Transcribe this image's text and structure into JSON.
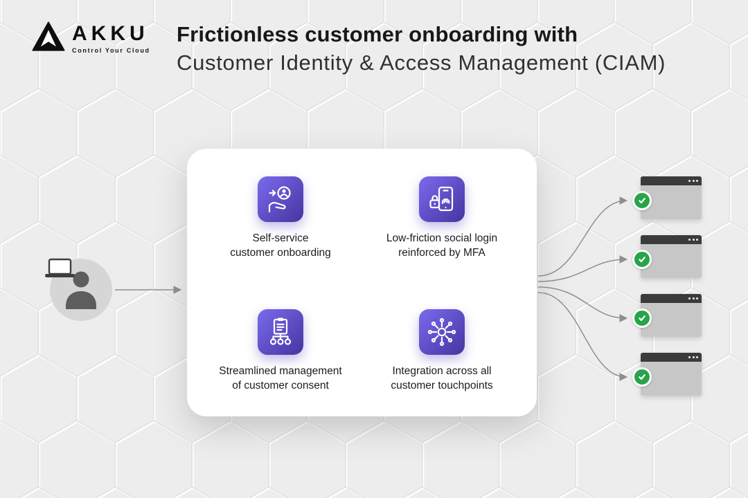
{
  "brand": {
    "name": "AKKU",
    "tagline": "Control Your Cloud"
  },
  "title": {
    "line1": "Frictionless customer onboarding with",
    "line2": "Customer Identity & Access Management (CIAM)"
  },
  "features": [
    {
      "id": "self-service-onboarding",
      "icon": "hand-person-plus-icon",
      "label": "Self-service\ncustomer onboarding"
    },
    {
      "id": "social-login-mfa",
      "icon": "phone-lock-fingerprint-icon",
      "label": "Low-friction social login\nreinforced by MFA"
    },
    {
      "id": "customer-consent",
      "icon": "clipboard-people-icon",
      "label": "Streamlined management\nof customer consent"
    },
    {
      "id": "touchpoint-integration",
      "icon": "network-hub-icon",
      "label": "Integration across all\ncustomer touchpoints"
    }
  ],
  "diagram": {
    "left_actor": "customer-with-laptop",
    "endpoint_windows": 4,
    "endpoint_status_icon": "check-circle-icon"
  },
  "colors": {
    "background": "#ededed",
    "card": "#ffffff",
    "tile_gradient_start": "#7a6bee",
    "tile_gradient_end": "#4534a0",
    "check_green": "#27a449",
    "arrow_gray": "#8f8f8f",
    "window_body": "#c7c7c7",
    "window_header": "#3b3b3b"
  }
}
